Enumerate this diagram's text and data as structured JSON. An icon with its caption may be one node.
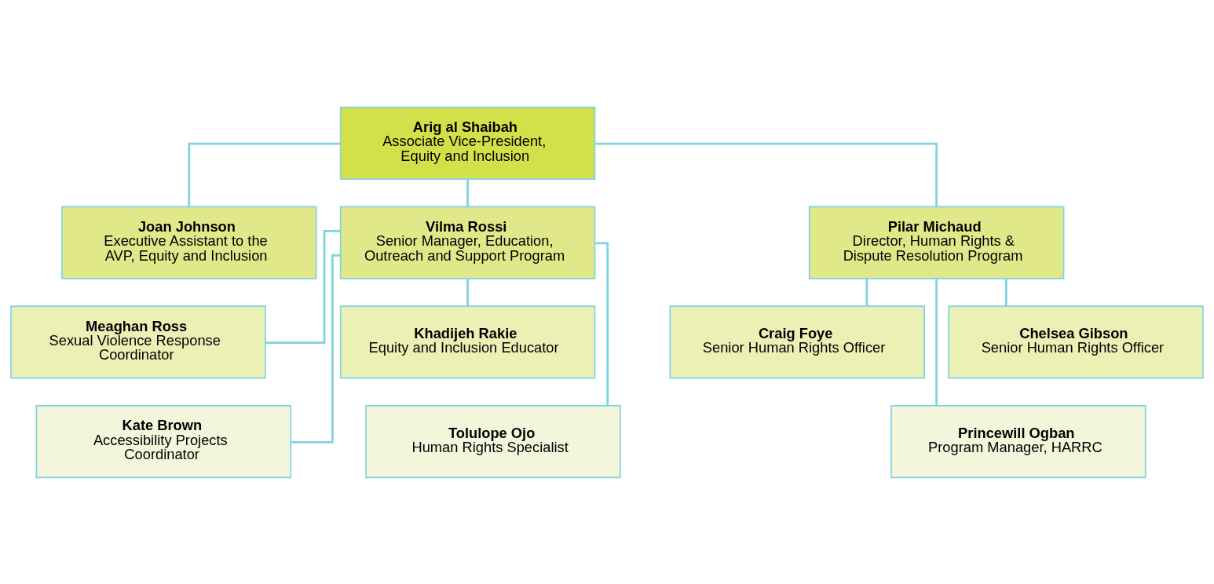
{
  "diagram": {
    "nodes": [
      {
        "text": [
          "Arig al Shaibah",
          "Associate Vice-President, Equity and Inclusion"
        ]
      },
      {
        "text": [
          "Joan Johnson",
          "Executive Assistant to the AVP, Equity and Inclusion"
        ]
      },
      {
        "text": [
          "Vilma Rossi",
          "Senior Manager, Education, Outreach and Support Program"
        ]
      },
      {
        "text": [
          "Pilar Michaud",
          "Director, Human Rights & Dispute Resolution Program"
        ]
      },
      {
        "text": [
          "Meaghan Ross",
          "Sexual Violence Response Coordinator"
        ]
      },
      {
        "text": [
          "Khadijeh Rakie",
          "Equity and Inclusion Educator"
        ]
      },
      {
        "text": [
          "Kate Brown",
          "Accessibility Projects Coordinator"
        ]
      },
      {
        "text": [
          "Tolulope Ojo",
          "Human Rights Specialist"
        ]
      },
      {
        "text": [
          "Craig Foye",
          "Senior Human Rights Officer"
        ]
      },
      {
        "text": [
          "Chelsea Gibson",
          "Senior Human Rights Officer"
        ]
      },
      {
        "text": [
          "Princewill Ogban",
          "Program Manager, HARRC"
        ]
      }
    ],
    "edges": [
      {
        "from": 0,
        "to": 1,
        "arrow": "none"
      },
      {
        "from": 0,
        "to": 2,
        "arrow": "none"
      },
      {
        "from": 0,
        "to": 3,
        "arrow": "none"
      },
      {
        "from": 2,
        "to": 4,
        "arrow": "none"
      },
      {
        "from": 2,
        "to": 5,
        "arrow": "none"
      },
      {
        "from": 2,
        "to": 6,
        "arrow": "none"
      },
      {
        "from": 2,
        "to": 7,
        "arrow": "none"
      },
      {
        "from": 3,
        "to": 8,
        "arrow": "none"
      },
      {
        "from": 3,
        "to": 9,
        "arrow": "none"
      },
      {
        "from": 3,
        "to": 10,
        "arrow": "none"
      }
    ]
  }
}
